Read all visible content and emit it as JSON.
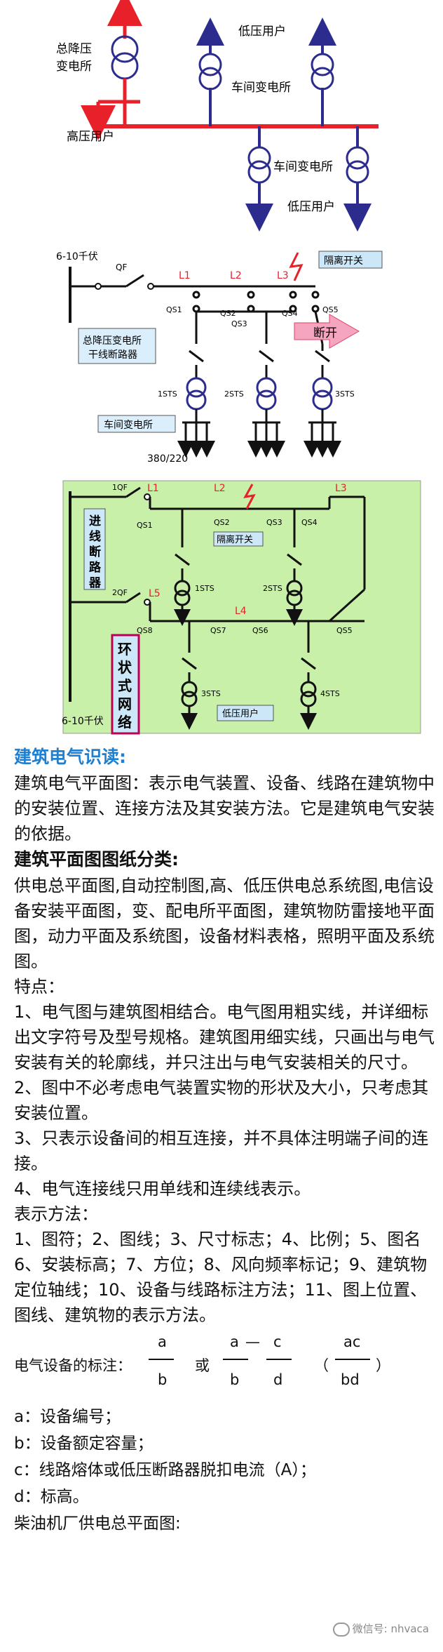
{
  "diagram1": {
    "labels": {
      "main_sub_line1": "总降压",
      "main_sub_line2": "变电所",
      "hv_user": "高压用户",
      "lv_user_top": "低压用户",
      "workshop_sub_top": "车间变电所",
      "workshop_sub_bottom": "车间变电所",
      "lv_user_bottom": "低压用户"
    },
    "colors": {
      "red": "#e8202a",
      "blue": "#2c2c8f"
    }
  },
  "diagram2": {
    "labels": {
      "voltage": "6-10千伏",
      "qf": "QF",
      "l1": "L1",
      "l2": "L2",
      "l3": "L3",
      "isolator": "隔离开关",
      "qs1": "QS1",
      "qs2": "QS2",
      "qs3": "QS3",
      "qs4": "QS4",
      "qs5": "QS5",
      "breaker_line1": "总降压变电所",
      "breaker_line2": "干线断路器",
      "open": "断开",
      "sts1": "1STS",
      "sts2": "2STS",
      "sts3": "3STS",
      "workshop_sub": "车间变电所",
      "lv_voltage": "380/220"
    }
  },
  "diagram3": {
    "labels": {
      "qf1": "1QF",
      "qf2": "2QF",
      "l1": "L1",
      "l2": "L2",
      "l3": "L3",
      "l4": "L4",
      "l5": "L5",
      "qs1": "QS1",
      "qs2": "QS2",
      "qs3": "QS3",
      "qs4": "QS4",
      "qs5": "QS5",
      "qs6": "QS6",
      "qs7": "QS7",
      "qs8": "QS8",
      "isolator": "隔离开关",
      "incoming_breaker": [
        "进",
        "线",
        "断",
        "路",
        "器"
      ],
      "ring_network": [
        "环",
        "状",
        "式",
        "网",
        "络"
      ],
      "sts1": "1STS",
      "sts2": "2STS",
      "sts3": "3STS",
      "sts4": "4STS",
      "voltage": "6-10千伏",
      "lv_user": "低压用户"
    },
    "colors": {
      "bg": "#c9f0a8",
      "red": "#e8202a"
    }
  },
  "article": {
    "heading1": "建筑电气识读:",
    "para1": "建筑电气平面图：表示电气装置、设备、线路在建筑物中的安装位置、连接方法及其安装方法。它是建筑电气安装的依据。",
    "heading2": "建筑平面图图纸分类:",
    "para2": "供电总平面图,自动控制图,高、低压供电总系统图,电信设备安装平面图，变、配电所平面图，建筑物防雷接地平面图，动力平面及系统图，设备材料表格，照明平面及系统图。",
    "features_title": "特点：",
    "feature1": "1、电气图与建筑图相结合。电气图用粗实线，并详细标出文字符号及型号规格。建筑图用细实线，只画出与电气安装有关的轮廓线，并只注出与电气安装相关的尺寸。",
    "feature2": "2、图中不必考虑电气装置实物的形状及大小，只考虑其安装位置。",
    "feature3": "3、只表示设备间的相互连接，并不具体注明端子间的连接。",
    "feature4": "4、电气连接线只用单线和连续线表示。",
    "methods_title": "表示方法：",
    "methods": "1、图符；2、图线；3、尺寸标志；4、比例；5、图名 6、安装标高；7、方位；8、风向频率标记；9、建筑物定位轴线；10、设备与线路标注方法；11、图上位置、图线、建筑物的表示方法。",
    "marking_label": "电气设备的标注：",
    "frac1_top": "a",
    "frac1_bottom": "b",
    "or_text": "或",
    "frac2_top_a": "a",
    "frac2_top_c": "c",
    "frac2_bottom_b": "b",
    "frac2_bottom_d": "d",
    "dash": "—",
    "frac3_top": "ac",
    "frac3_bottom": "bd",
    "paren_open": "（",
    "paren_close": "）",
    "legend_a": "a：设备编号；",
    "legend_b": "b：设备额定容量；",
    "legend_c": "c：线路熔体或低压断路器脱扣电流（A）；",
    "legend_d": "d：标高。",
    "last_line": "柴油机厂供电总平面图:"
  },
  "watermark": "微信号: nhvaca"
}
